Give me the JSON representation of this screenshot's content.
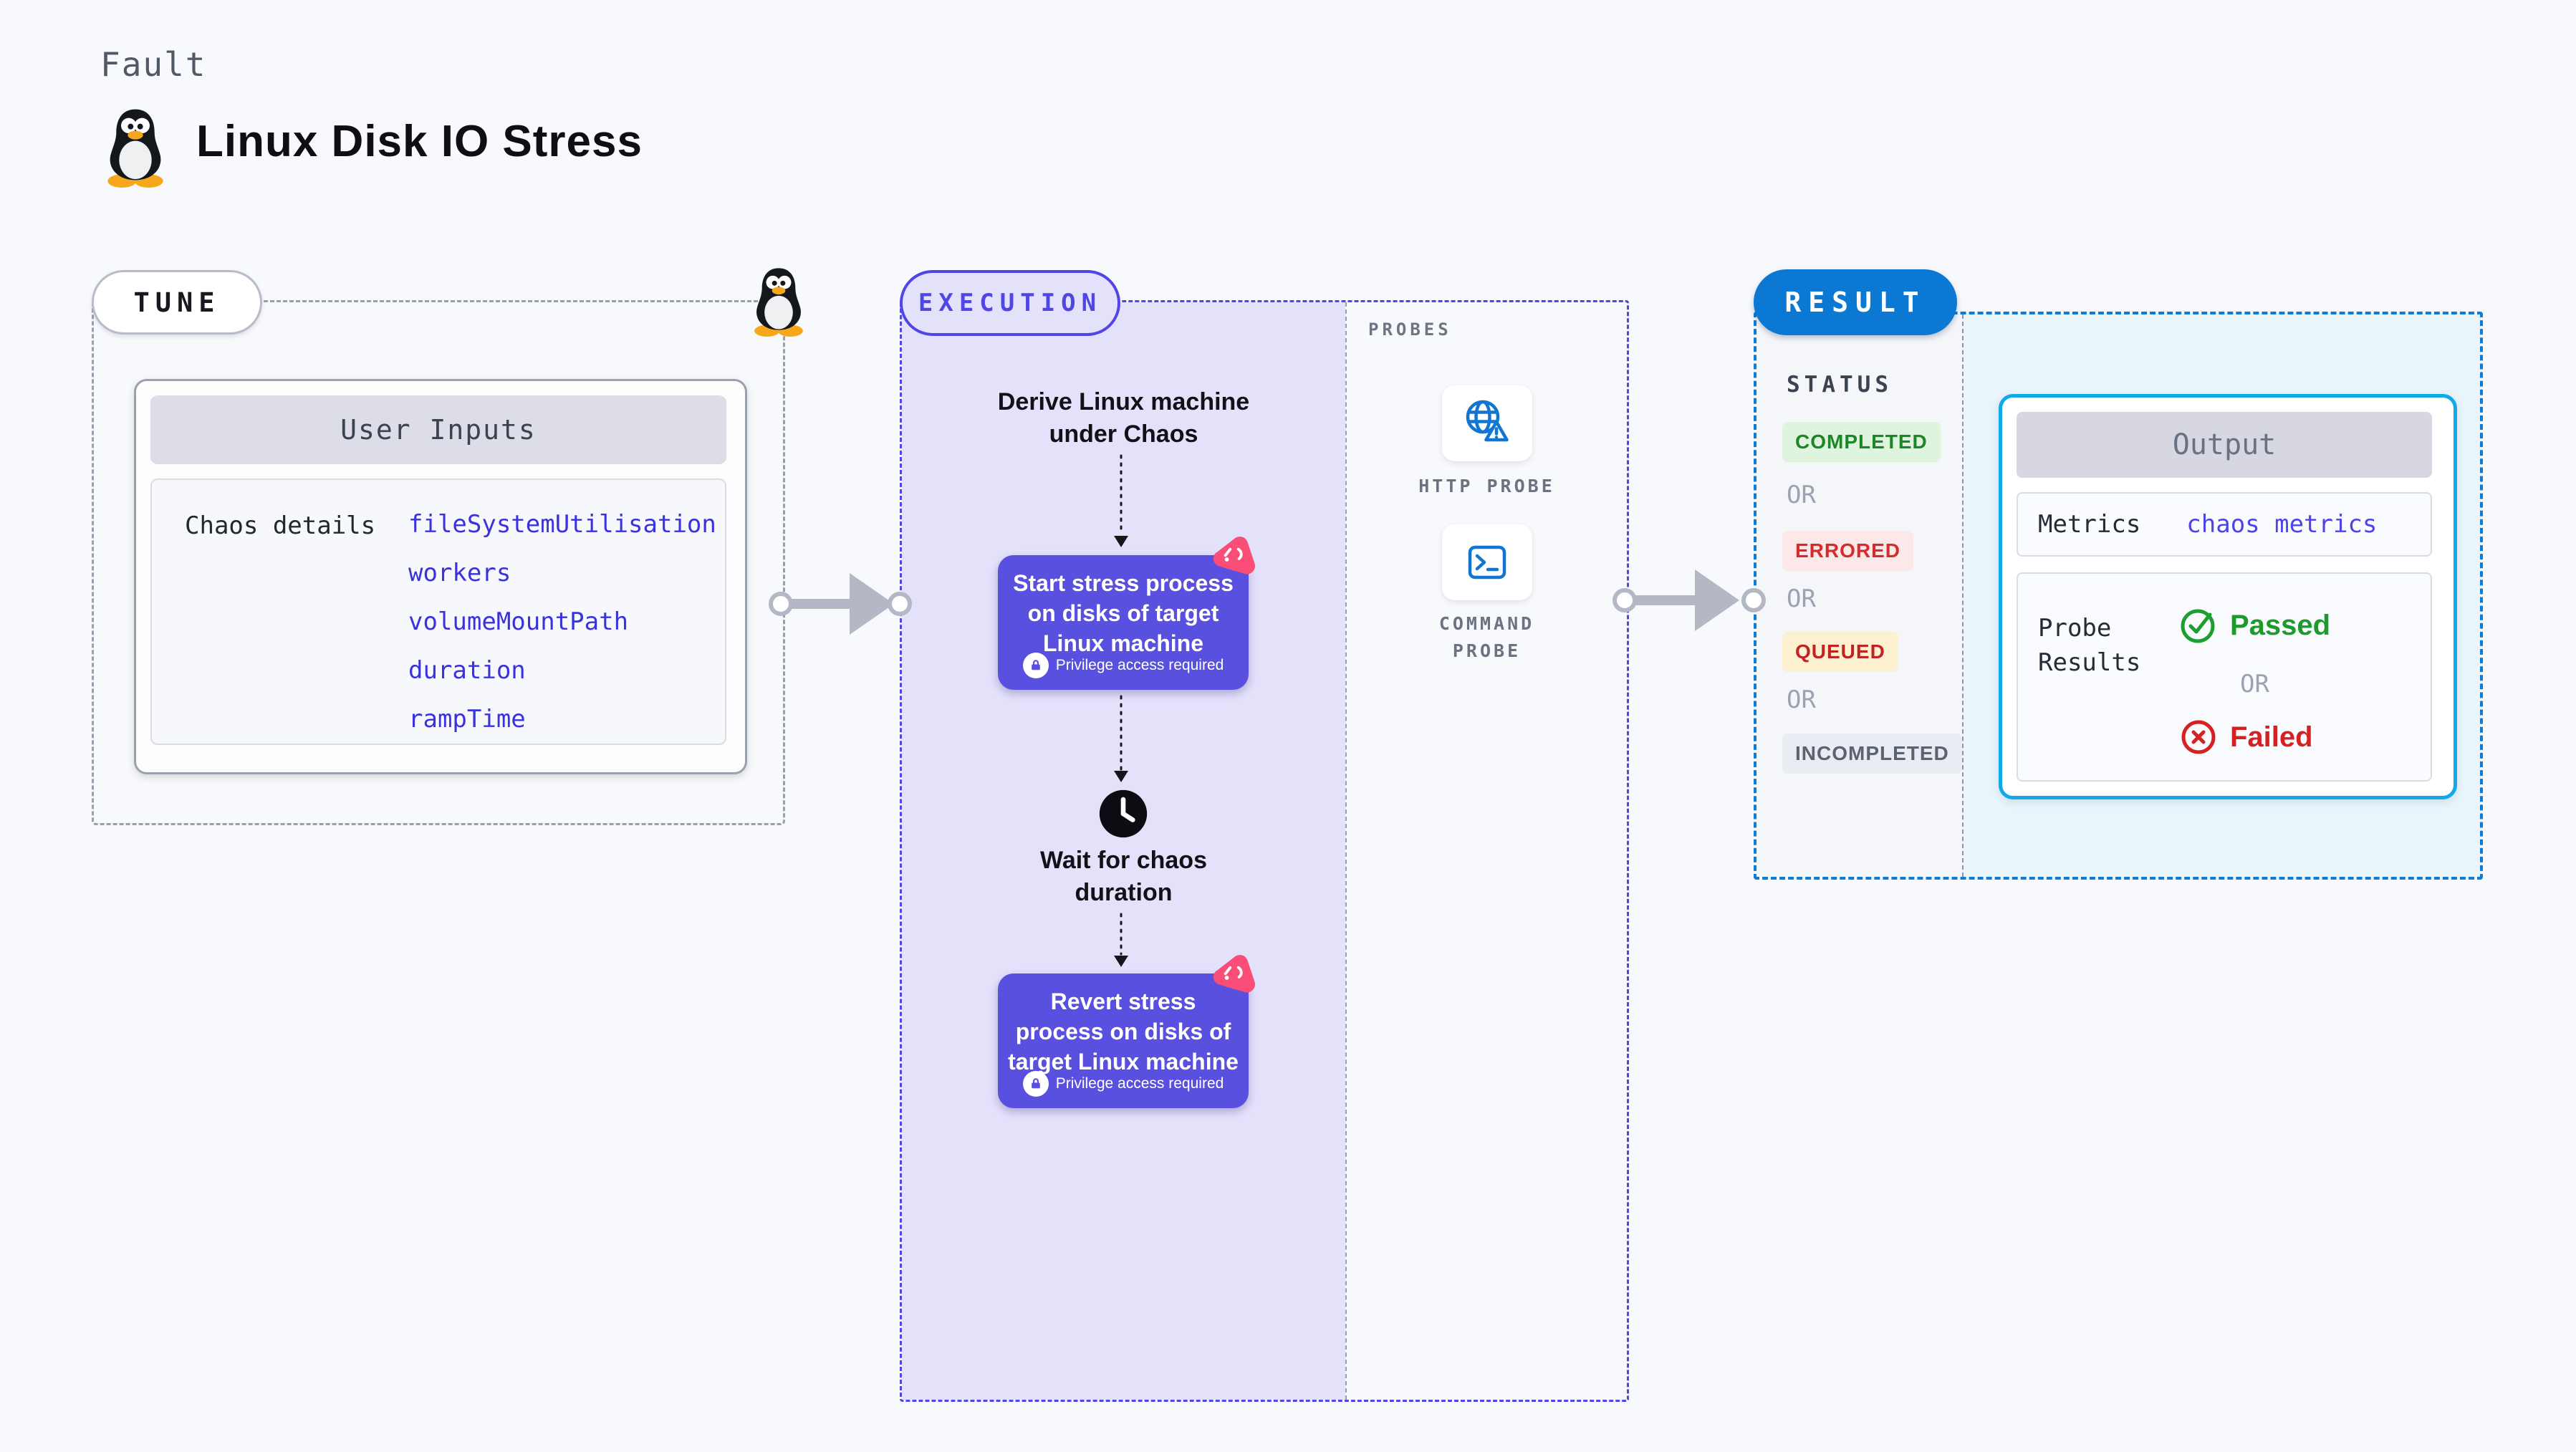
{
  "header": {
    "kicker": "Fault",
    "title": "Linux Disk IO Stress"
  },
  "tune": {
    "badge": "TUNE",
    "user_inputs": {
      "title": "User Inputs",
      "row_label": "Chaos details",
      "params": [
        "fileSystemUtilisation",
        "workers",
        "volumeMountPath",
        "duration",
        "rampTime"
      ]
    }
  },
  "execution": {
    "badge": "EXECUTION",
    "flow": {
      "derive": "Derive Linux machine\nunder Chaos",
      "start": "Start stress process\non disks of target\nLinux machine",
      "privilege_note": "Privilege access required",
      "wait": "Wait for chaos\nduration",
      "revert": "Revert stress\nprocess on disks of\ntarget Linux machine"
    },
    "probes": {
      "title": "PROBES",
      "http_label": "HTTP PROBE",
      "command_label": "COMMAND\nPROBE"
    }
  },
  "result": {
    "badge": "RESULT",
    "status": {
      "title": "STATUS",
      "separator": "OR",
      "items": [
        {
          "label": "COMPLETED",
          "style": "background:#def4df;color:#1d8727;"
        },
        {
          "label": "ERRORED",
          "style": "background:#fce8e8;color:#d32c2c;"
        },
        {
          "label": "QUEUED",
          "style": "background:#fbf0cf;color:#c32222;"
        },
        {
          "label": "INCOMPLETED",
          "style": "background:#eaecf3;color:#5b6371;"
        }
      ]
    },
    "output": {
      "title": "Output",
      "metrics_label": "Metrics",
      "metrics_value": "chaos metrics",
      "probe_label": "Probe\nResults",
      "separator": "OR",
      "passed": "Passed",
      "failed": "Failed"
    }
  },
  "colors": {
    "accent_indigo": "#4f46e5",
    "node_purple": "#5a50e0",
    "execution_fill": "#e4e2fb",
    "result_blue": "#0b79d4",
    "output_border": "#12a9e9",
    "result_fill": "#e9f5fb",
    "chaos_pink": "#fa4e79",
    "passed_green": "#1c9a2b",
    "failed_red": "#d42222"
  }
}
